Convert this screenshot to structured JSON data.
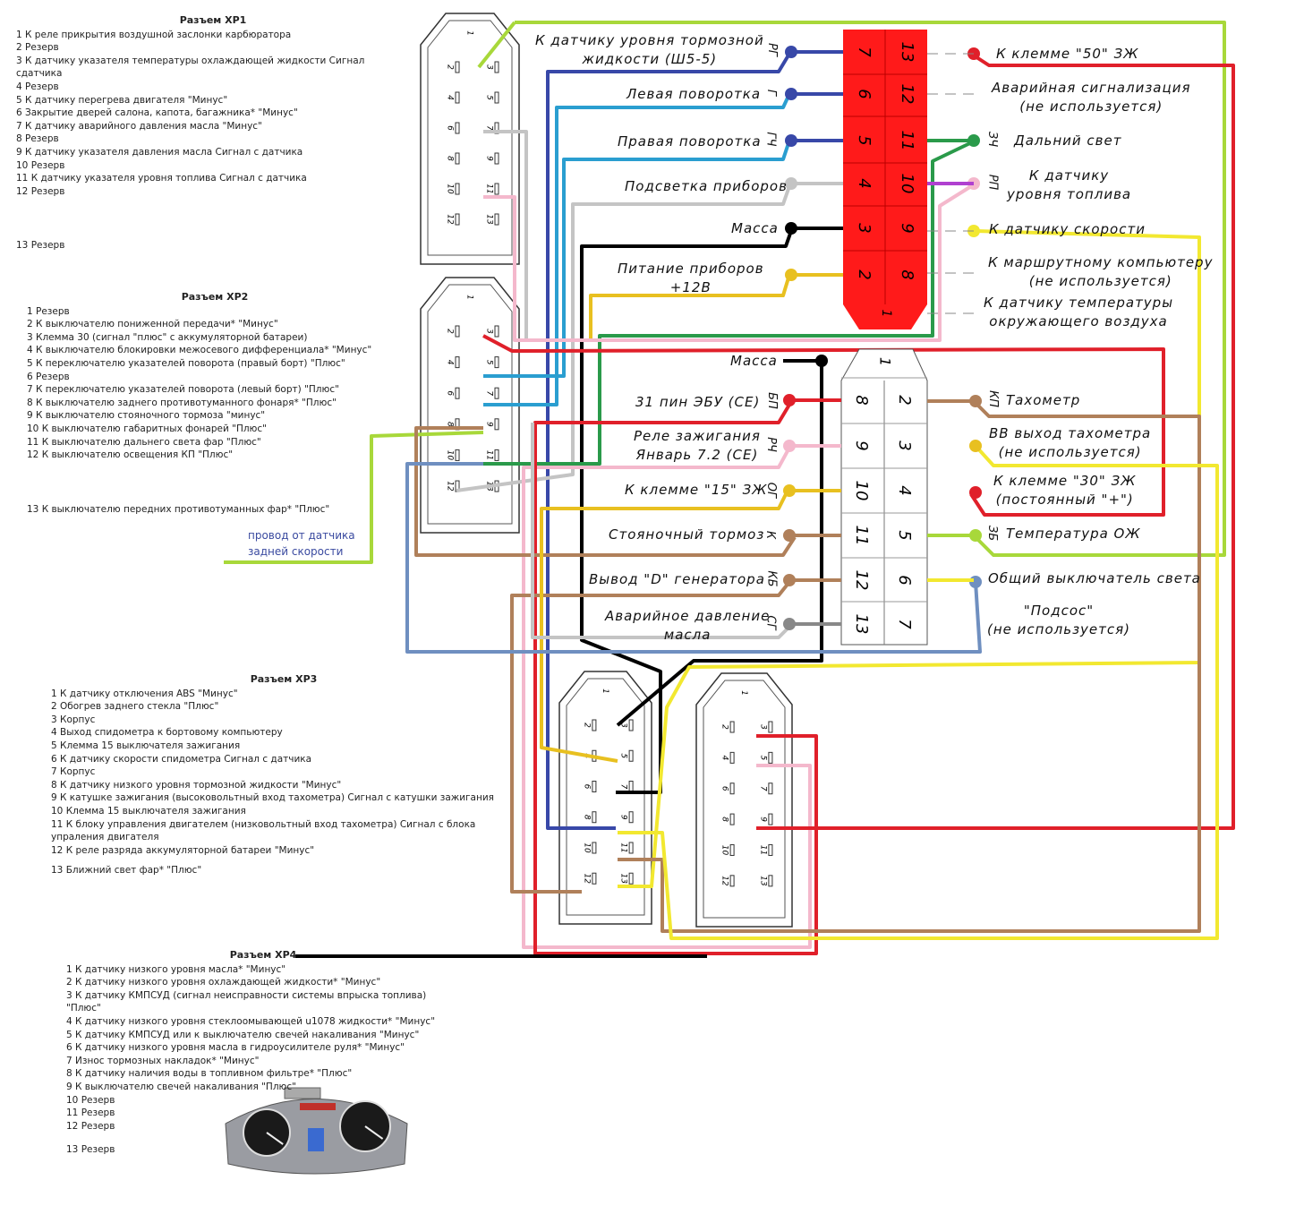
{
  "xp1": {
    "title": "Разъем XP1",
    "items": [
      "1 К реле прикрытия воздушной заслонки карбюратора",
      "2 Резерв",
      "3 К датчику указателя температуры охлаждающей жидкости Сигнал сдатчика",
      "4 Резерв",
      "5 К датчику перегрева двигателя \"Минус\"",
      "6 Закрытие дверей салона, капота, багажника* \"Минус\"",
      "7 К датчику аварийного давления масла \"Минус\"",
      "8 Резерв",
      "9 К датчику указателя давления масла Сигнал с датчика",
      "10 Резерв",
      "11 К датчику указателя уровня топлива Сигнал с датчика",
      "12 Резерв"
    ],
    "last": "13 Резерв"
  },
  "xp2": {
    "title": "Разъем XP2",
    "items": [
      "1 Резерв",
      "2 К выключателю пониженной передачи* \"Минус\"",
      "3 Клемма 30 (сигнал \"плюс\" с аккумуляторной батареи)",
      "4 К выключателю блокировки межосевого дифференциала* \"Минус\"",
      "5 К переключателю указателей поворота (правый борт) \"Плюс\"",
      "6 Резерв",
      "7 К переключателю указателей поворота (левый борт) \"Плюс\"",
      "8 К выключателю заднего противотуманного фонаря* \"Плюс\"",
      "9 К выключателю стояночного тормоза \"минус\"",
      "10 К выключателю габаритных фонарей \"Плюс\"",
      "11 К выключателю дальнего света фар \"Плюс\"",
      "12 К выключателю освещения КП \"Плюс\""
    ],
    "last": "13 К выключателю передних противотуманных фар* \"Плюс\""
  },
  "xp3": {
    "title": "Разъем XP3",
    "items": [
      "1 К датчику отключения ABS \"Минус\"",
      "2 Обогрев заднего стекла \"Плюс\"",
      "3 Корпус",
      "4 Выход спидометра к бортовому компьютеру",
      "5 Клемма 15 выключателя зажигания",
      "6 К датчику скорости спидометра Сигнал с датчика",
      "7 Корпус",
      "8 К датчику низкого уровня тормозной жидкости \"Минус\"",
      "9 К катушке зажигания (высоковольтный вход тахометра) Сигнал с катушки зажигания",
      "10 Клемма 15 выключателя зажигания",
      "11 К блоку управления двигателем (низковольтный вход тахометра) Сигнал с блока упраления двигателя",
      "12 К реле разряда аккумуляторной батареи \"Минус\""
    ],
    "last": "13 Ближний свет фар* \"Плюс\""
  },
  "xp4": {
    "title": "Разъем XP4",
    "items": [
      "1 К датчику низкого уровня масла* \"Минус\"",
      "2 К датчику низкого уровня охлаждающей жидкости* \"Минус\"",
      "3 К датчику КМПСУД (сигнал неисправности системы впрыска топлива) \"Плюс\"",
      "4 К датчику низкого уровня стеклоомывающей u1078 жидкости* \"Минус\"",
      "5 К датчику КМПСУД или к выключателю свечей накаливания \"Минус\"",
      "6 К датчику низкого уровня масла в гидроусилителе руля* \"Минус\"",
      "7 Износ тормозных накладок* \"Минус\"",
      "8 К датчику наличия воды в топливном фильтре* \"Плюс\"",
      "9 К выключателю свечей накаливания \"Плюс\"",
      "10 Резерв",
      "11 Резерв",
      "12 Резерв"
    ],
    "last": "13 Резерв"
  },
  "note": {
    "line1": "провод от датчика",
    "line2": "задней скорости"
  },
  "red_connector": {
    "left_pins": [
      "7",
      "6",
      "5",
      "4",
      "3",
      "2"
    ],
    "right_pins": [
      "13",
      "12",
      "11",
      "10",
      "9",
      "8"
    ],
    "bottom_pin": "1",
    "left_labels": [
      "К датчику уровня тормозной",
      "жидкости (Ш5-5)",
      "Левая поворотка",
      "Правая поворотка",
      "Подсветка приборов",
      "Масса",
      "Питание приборов",
      "+12В"
    ],
    "left_codes": [
      "РГ",
      "Г",
      "ГЧ"
    ],
    "right_labels": [
      "К клемме \"50\" ЗЖ",
      "Аварийная сигнализация",
      "(не используется)",
      "Дальний свет",
      "К датчику",
      "уровня топлива",
      "К датчику скорости",
      "К маршрутному компьютеру",
      "(не используется)",
      "К датчику температуры",
      "окружающего воздуха"
    ],
    "right_codes": [
      "ЗЧ",
      "РП"
    ]
  },
  "white_connector": {
    "top_pin": "1",
    "left_pins": [
      "8",
      "9",
      "10",
      "11",
      "12",
      "13"
    ],
    "right_pins": [
      "2",
      "3",
      "4",
      "5",
      "6",
      "7"
    ],
    "left_labels": [
      "Масса",
      "31 пин ЭБУ (СЕ)",
      "Реле зажигания",
      "Январь 7.2 (СЕ)",
      "К клемме \"15\" ЗЖ",
      "Стояночный тормоз",
      "Вывод \"D\" генератора",
      "Аварийное давление",
      "масла"
    ],
    "left_codes": [
      "БП",
      "РЧ",
      "ОГ",
      "К",
      "КБ",
      "СГ"
    ],
    "right_labels": [
      "Тахометр",
      "ВВ выход тахометра",
      "(не используется)",
      "К клемме \"30\" ЗЖ",
      "(постоянный \"+\")",
      "Температура ОЖ",
      "Общий выключатель света",
      "\"Подсос\"",
      "(не используется)"
    ],
    "right_codes": [
      "КП",
      "ЗБ"
    ]
  },
  "xp_pins": {
    "top": "1",
    "left": [
      "2",
      "4",
      "6",
      "8",
      "10",
      "12"
    ],
    "right": [
      "3",
      "5",
      "7",
      "9",
      "11",
      "13"
    ]
  },
  "colors": {
    "red": "#e0202a",
    "lime": "#a8d83a",
    "navy": "#3848a8",
    "cyan": "#2a9ed0",
    "grey": "#c4c4c4",
    "black": "#000000",
    "amber": "#e8c020",
    "green": "#2a9a4a",
    "pink": "#f4b8cc",
    "yellow": "#f2e830",
    "brown": "#b0805a",
    "slate": "#6f8fc0",
    "connector_red": "#ff1a1a"
  }
}
